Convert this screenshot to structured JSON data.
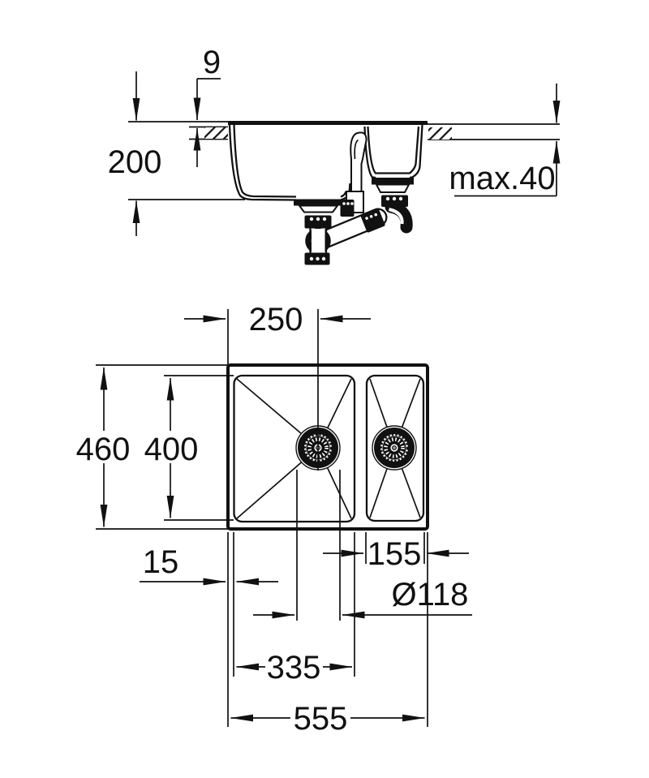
{
  "page": {
    "background": "#ffffff",
    "line_color": "#111111",
    "description": "Technical dimension drawing of a 1.5-bowl kitchen sink, side section view above and plan view below"
  },
  "side_view": {
    "rim_height_label": "9",
    "depth_label": "200",
    "countertop_label": "max.40"
  },
  "plan_view": {
    "drain_offset_label": "250",
    "outer_depth_label": "460",
    "inner_depth_label": "400",
    "left_edge_label": "15",
    "small_bowl_width_label": "155",
    "drain_diameter_label": "Ø118",
    "main_bowl_width_label": "335",
    "outer_width_label": "555"
  }
}
